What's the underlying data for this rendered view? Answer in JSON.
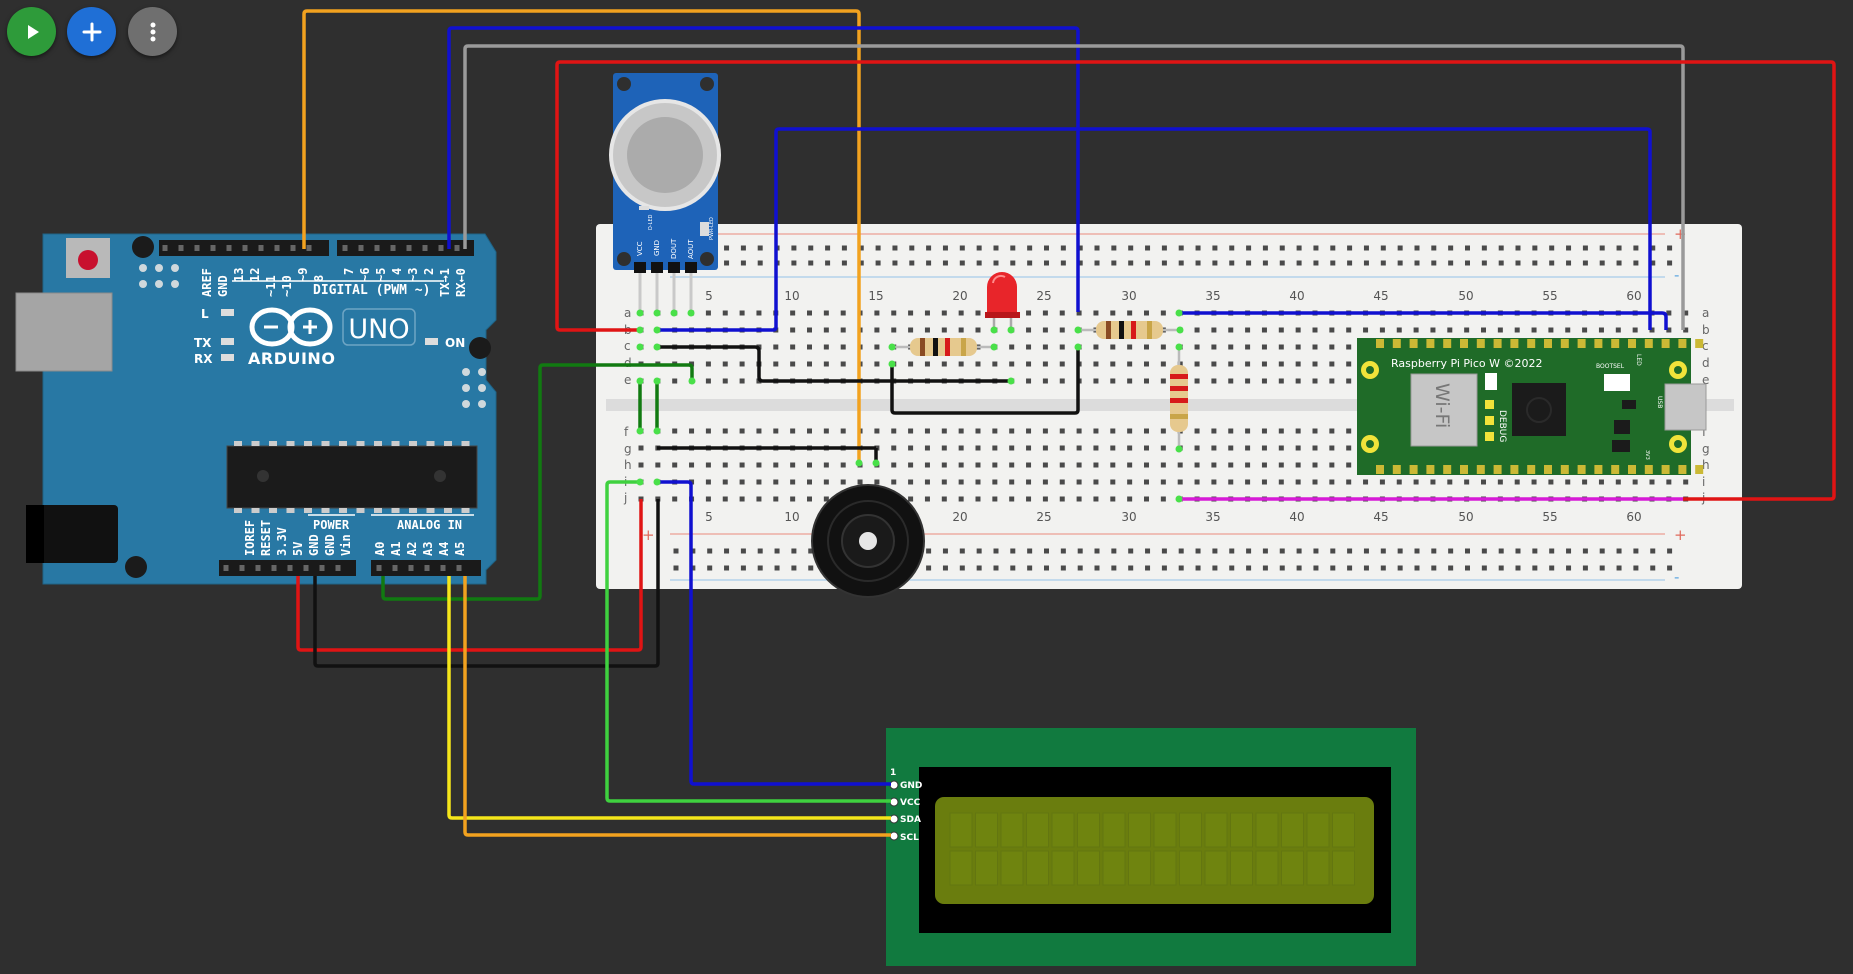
{
  "toolbar": {
    "play_icon": "play-icon",
    "add_icon": "plus-icon",
    "more_icon": "kebab-menu-icon",
    "colors": {
      "play": "#2e9b3a",
      "add": "#1f6fd6",
      "more": "#6f6f6f"
    }
  },
  "arduino": {
    "brand": "ARDUINO",
    "model": "UNO",
    "digital_label": "DIGITAL (PWM ~)",
    "analog_label": "ANALOG IN",
    "power_label": "POWER",
    "on_label": "ON",
    "led_l": "L",
    "led_tx": "TX",
    "led_rx": "RX",
    "top_pins": [
      "AREF",
      "GND",
      "13",
      "12",
      "~11",
      "~10",
      "~9",
      "8",
      "7",
      "~6",
      "~5",
      "4",
      "~3",
      "2",
      "TX→1",
      "RX←0"
    ],
    "power_pins": [
      "IOREF",
      "RESET",
      "3.3V",
      "5V",
      "GND",
      "GND",
      "Vin"
    ],
    "analog_pins": [
      "A0",
      "A1",
      "A2",
      "A3",
      "A4",
      "A5"
    ]
  },
  "sensor": {
    "pins": [
      "VCC",
      "GND",
      "DOUT",
      "AOUT"
    ],
    "led_labels": [
      "D-LED",
      "PWR-LED"
    ]
  },
  "breadboard": {
    "rows_top": [
      "a",
      "b",
      "c",
      "d",
      "e"
    ],
    "rows_bottom": [
      "f",
      "g",
      "h",
      "i",
      "j"
    ],
    "columns": [
      "5",
      "10",
      "15",
      "20",
      "25",
      "30",
      "35",
      "40",
      "45",
      "50",
      "55",
      "60"
    ],
    "plus": "+",
    "minus": "-"
  },
  "pico": {
    "title": "Raspberry Pi Pico W ©2022",
    "wifi": "Wi-Fi",
    "debug": "DEBUG",
    "bootsel": "BOOTSEL",
    "led": "LED",
    "usb": "USB"
  },
  "lcd": {
    "pin1": "1",
    "pins": [
      "GND",
      "VCC",
      "SDA",
      "SCL"
    ]
  }
}
